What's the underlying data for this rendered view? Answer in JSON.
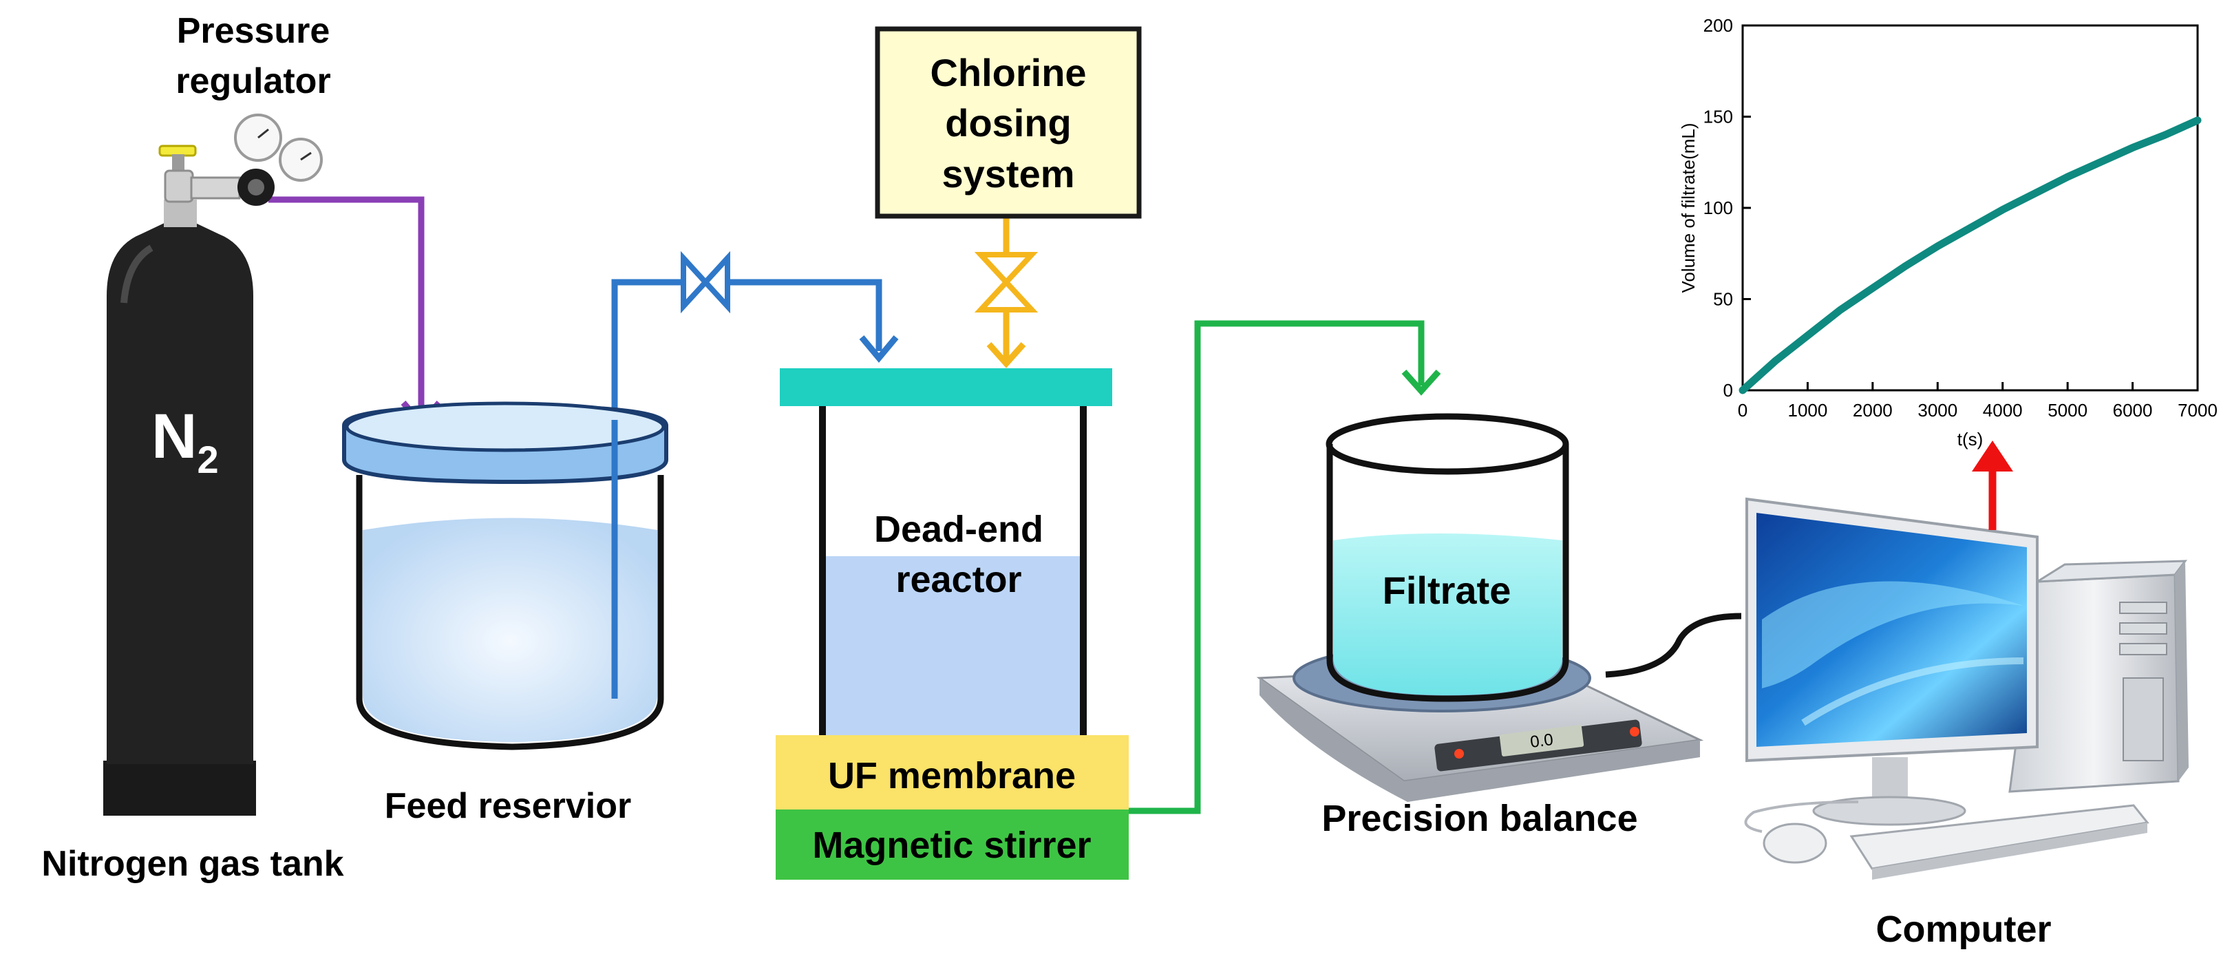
{
  "labels": {
    "pressure_regulator_1": "Pressure",
    "pressure_regulator_2": "regulator",
    "n2_letter": "N",
    "n2_subscript": "2",
    "nitrogen_tank": "Nitrogen gas tank",
    "feed_reservoir": "Feed reservior",
    "chlorine_1": "Chlorine",
    "chlorine_2": "dosing",
    "chlorine_3": "system",
    "reactor_1": "Dead-end",
    "reactor_2": "reactor",
    "uf_membrane": "UF membrane",
    "magnetic_stirrer": "Magnetic stirrer",
    "filtrate": "Filtrate",
    "precision_balance": "Precision balance",
    "computer": "Computer",
    "balance_display": "0.0"
  },
  "colors": {
    "n2_line": "#8a3fb5",
    "feed_line": "#2f78c9",
    "chlorine_line": "#f5b61c",
    "filtrate_line": "#1fb44a",
    "reactor_lid": "#1fcfc0",
    "uf_membrane": "#fbe268",
    "stirrer": "#3ec444",
    "chlorine_box": "#fffdd0",
    "curve": "#0f8a80",
    "arrow_red": "#ee1111"
  },
  "chart_data": {
    "type": "line",
    "xlabel": "t(s)",
    "ylabel": "Volume of filtrate(mL)",
    "xlim": [
      0,
      7000
    ],
    "ylim": [
      0,
      200
    ],
    "xticks": [
      0,
      1000,
      2000,
      3000,
      4000,
      5000,
      6000,
      7000
    ],
    "yticks": [
      0,
      50,
      100,
      150,
      200
    ],
    "series": [
      {
        "x": [
          0,
          500,
          1000,
          1500,
          2000,
          2500,
          3000,
          3500,
          4000,
          4500,
          5000,
          5500,
          6000,
          6500,
          7000
        ],
        "y": [
          0,
          16,
          30,
          44,
          56,
          68,
          79,
          89,
          99,
          108,
          117,
          125,
          133,
          140,
          148
        ]
      }
    ]
  }
}
